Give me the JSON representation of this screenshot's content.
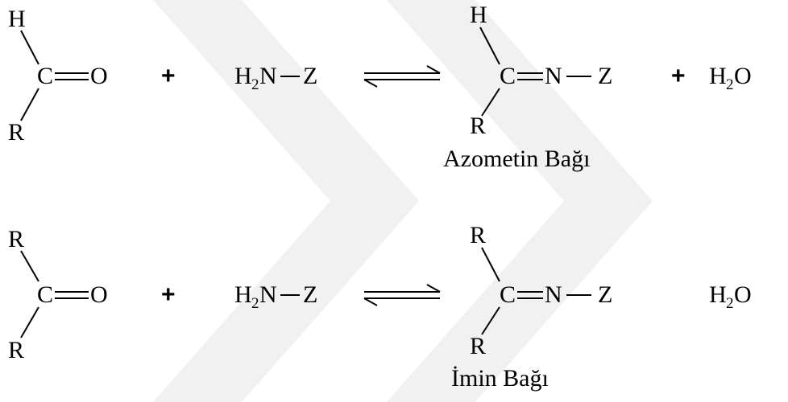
{
  "reaction1": {
    "reactant1": {
      "top": "H",
      "center": "C",
      "right": "O",
      "bottom": "R"
    },
    "plus1": "+",
    "reactant2": {
      "h": "H",
      "h_sub": "2",
      "n": "N",
      "z": "Z"
    },
    "product": {
      "top": "H",
      "c": "C",
      "n": "N",
      "z": "Z",
      "bottom": "R"
    },
    "plus2": "+",
    "byproduct": {
      "h": "H",
      "h_sub": "2",
      "o": "O"
    },
    "caption": "Azometin Bağı"
  },
  "reaction2": {
    "reactant1": {
      "top": "R",
      "center": "C",
      "right": "O",
      "bottom": "R"
    },
    "plus1": "+",
    "reactant2": {
      "h": "H",
      "h_sub": "2",
      "n": "N",
      "z": "Z"
    },
    "product": {
      "top": "R",
      "c": "C",
      "n": "N",
      "z": "Z",
      "bottom": "R"
    },
    "byproduct": {
      "h": "H",
      "h_sub": "2",
      "o": "O"
    },
    "caption": "İmin Bağı"
  }
}
